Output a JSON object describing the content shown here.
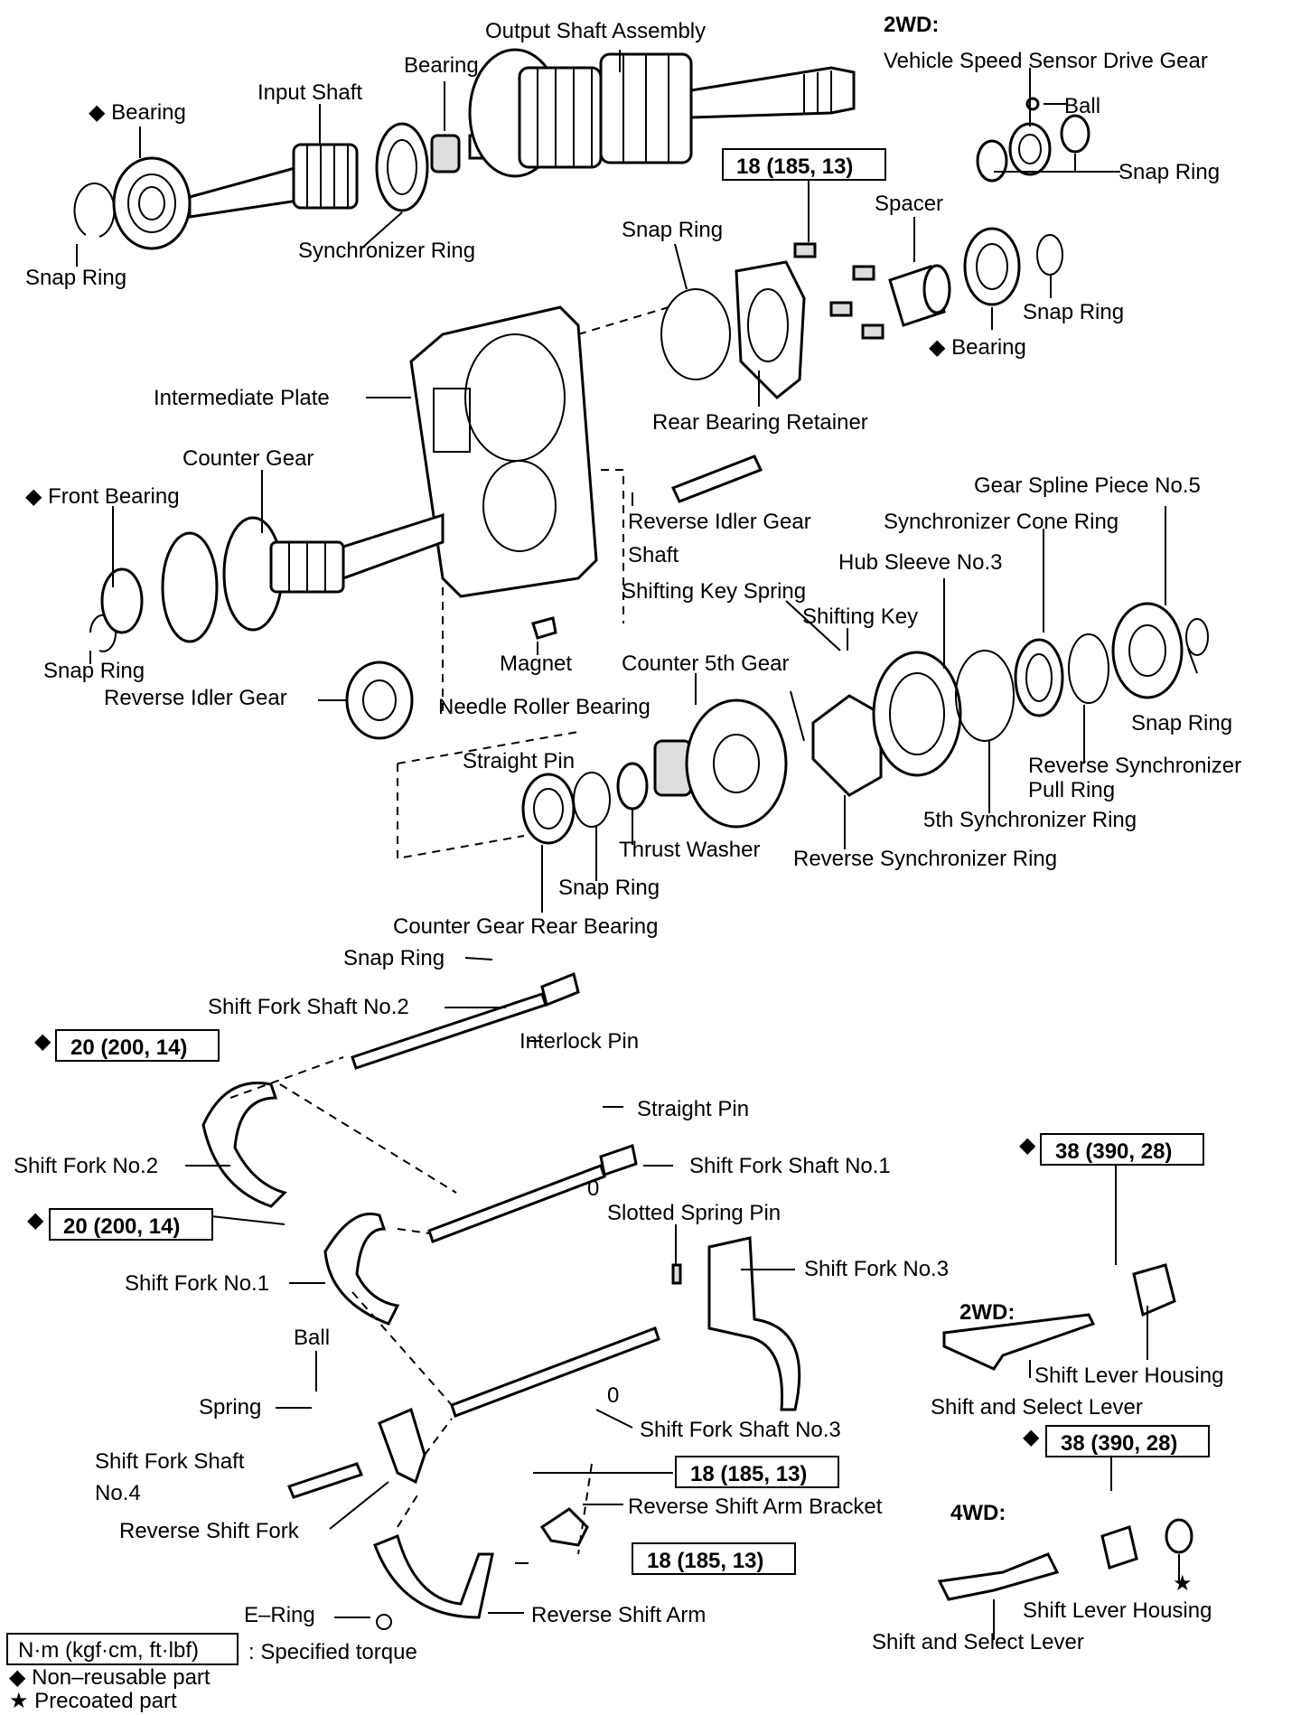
{
  "labels": {
    "output_shaft_assembly": "Output Shaft Assembly",
    "wd2_top": "2WD:",
    "speed_sensor_gear": "Vehicle Speed Sensor Drive Gear",
    "bearing_top": "Bearing",
    "input_shaft": "Input Shaft",
    "bearing_left": "Bearing",
    "ball_top": "Ball",
    "snap_ring_top_right": "Snap Ring",
    "torque_18_a": "18 (185, 13)",
    "spacer": "Spacer",
    "snap_ring_retainer": "Snap Ring",
    "synchronizer_ring": "Synchronizer Ring",
    "snap_ring_left": "Snap Ring",
    "snap_ring_bearing_right": "Snap Ring",
    "bearing_right": "Bearing",
    "intermediate_plate": "Intermediate Plate",
    "rear_bearing_retainer": "Rear Bearing Retainer",
    "counter_gear": "Counter Gear",
    "gear_spline_piece": "Gear Spline Piece No.5",
    "front_bearing": "Front Bearing",
    "reverse_idler_shaft_1": "Reverse Idler Gear",
    "reverse_idler_shaft_2": "Shaft",
    "synchronizer_cone_ring": "Synchronizer Cone Ring",
    "hub_sleeve": "Hub Sleeve No.3",
    "shifting_key_spring": "Shifting Key Spring",
    "shifting_key": "Shifting Key",
    "snap_ring_counter": "Snap Ring",
    "magnet": "Magnet",
    "counter_5th_gear": "Counter 5th Gear",
    "reverse_idler_gear": "Reverse Idler Gear",
    "snap_ring_far_right": "Snap Ring",
    "needle_roller_bearing": "Needle Roller Bearing",
    "reverse_sync_pull_ring_1": "Reverse Synchronizer",
    "reverse_sync_pull_ring_2": "Pull Ring",
    "straight_pin_mid": "Straight Pin",
    "fifth_sync_ring": "5th Synchronizer Ring",
    "thrust_washer": "Thrust Washer",
    "reverse_sync_ring": "Reverse Synchronizer Ring",
    "snap_ring_mid": "Snap Ring",
    "counter_gear_rear_bearing": "Counter Gear Rear Bearing",
    "snap_ring_lower": "Snap Ring",
    "shift_fork_shaft_2": "Shift Fork Shaft No.2",
    "torque_20_a": "20 (200, 14)",
    "interlock_pin": "Interlock Pin",
    "straight_pin_lower": "Straight Pin",
    "shift_fork_2": "Shift Fork No.2",
    "shift_fork_shaft_1": "Shift Fork Shaft No.1",
    "torque_38_a": "38 (390, 28)",
    "torque_20_b": "20 (200, 14)",
    "slotted_spring_pin": "Slotted Spring Pin",
    "shift_fork_3": "Shift Fork No.3",
    "shift_fork_1": "Shift Fork No.1",
    "wd2_bottom": "2WD:",
    "ball_lower": "Ball",
    "shift_lever_housing_2wd": "Shift Lever Housing",
    "spring": "Spring",
    "shift_select_lever_2wd": "Shift and Select Lever",
    "shift_fork_shaft_3": "Shift Fork Shaft No.3",
    "torque_38_b": "38 (390, 28)",
    "shift_fork_shaft_4_1": "Shift Fork Shaft",
    "shift_fork_shaft_4_2": "No.4",
    "torque_18_b": "18 (185, 13)",
    "reverse_shift_arm_bracket": "Reverse Shift Arm Bracket",
    "wd4": "4WD:",
    "reverse_shift_fork": "Reverse Shift Fork",
    "torque_18_c": "18 (185, 13)",
    "reverse_shift_arm": "Reverse Shift Arm",
    "shift_lever_housing_4wd": "Shift Lever Housing",
    "e_ring": "E–Ring",
    "shift_select_lever_4wd": "Shift and Select Lever",
    "zero_1": "0",
    "zero_2": "0"
  },
  "legend": {
    "torque_units": "N·m (kgf·cm, ft·lbf)",
    "torque_desc": ": Specified torque",
    "non_reusable": "◆ Non–reusable part",
    "precoated": "★ Precoated part"
  },
  "symbols": {
    "non_reusable": "◆",
    "precoated": "★",
    "line_color": "#000000",
    "background": "#ffffff"
  }
}
